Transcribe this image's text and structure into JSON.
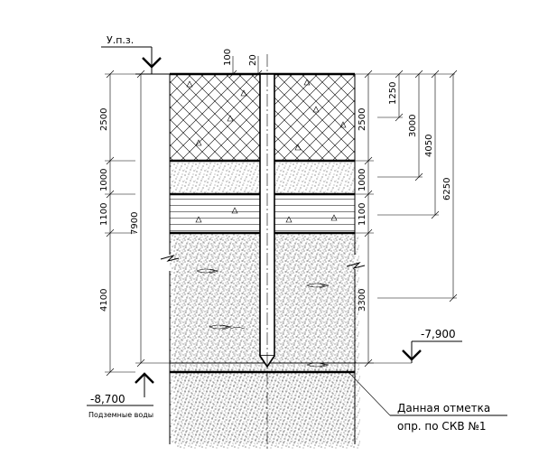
{
  "marks": {
    "ground_level": "У.п.з.",
    "level_7900": "-7,900",
    "level_8700": "-8,700",
    "groundwater": "Подземные воды"
  },
  "dims": {
    "top_100": "100",
    "top_20": "20",
    "left_2500": "2500",
    "left_1000": "1000",
    "left_1100": "1100",
    "left_4100": "4100",
    "left_7900": "7900",
    "right_2500": "2500",
    "right_1000": "1000",
    "right_1100": "1100",
    "right_3300": "3300",
    "right_1250": "1250",
    "right_3000": "3000",
    "right_4050": "4050",
    "right_6250": "6250"
  },
  "note": {
    "line1": "Данная отметка",
    "line2": "опр. по СКВ №1"
  }
}
